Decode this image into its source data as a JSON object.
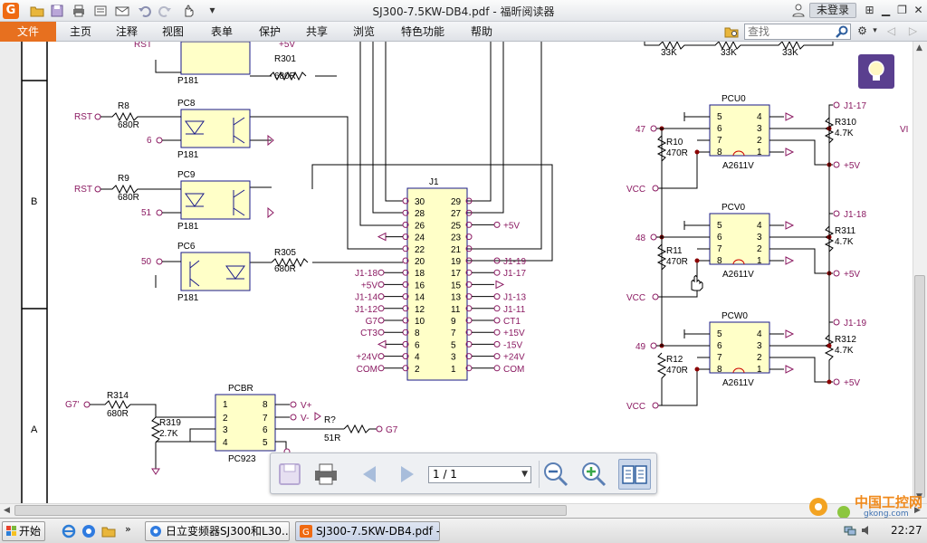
{
  "window": {
    "title": "SJ300-7.5KW-DB4.pdf - 福昕阅读器",
    "login_label": "未登录"
  },
  "ribbon": {
    "file_tab": "文件",
    "tabs": [
      "主页",
      "注释",
      "视图",
      "表单",
      "保护",
      "共享",
      "浏览",
      "特色功能",
      "帮助"
    ],
    "search_placeholder": "查找"
  },
  "colors": {
    "accent": "#e7701f",
    "wire": "#000000",
    "label": "#1f1f8f",
    "net_label": "#8b1a62",
    "ic_fill": "#ffffc8",
    "ic_stroke": "#1a1a8a",
    "pin_dot": "#8b0000"
  },
  "schematic": {
    "zone_labels": [
      "B",
      "A"
    ],
    "opto_top": {
      "pins": [
        "RST",
        "+5V"
      ],
      "resistor": "R301",
      "value": "680R",
      "part": "P181"
    },
    "pc8": {
      "name": "PC8",
      "part": "P181",
      "net": "RST",
      "resistor": "R8",
      "value": "680R",
      "pin": "6"
    },
    "pc9": {
      "name": "PC9",
      "part": "P181",
      "net": "RST",
      "resistor": "R9",
      "value": "680R",
      "pin": "51"
    },
    "pc6": {
      "name": "PC6",
      "part": "P181",
      "pin": "50",
      "resistor": "R305",
      "value": "680R"
    },
    "j1": {
      "name": "J1",
      "left_pins": [
        "30",
        "28",
        "26",
        "24",
        "22",
        "20",
        "18",
        "16",
        "14",
        "12",
        "10",
        "8",
        "6",
        "4",
        "2"
      ],
      "right_pins": [
        "29",
        "27",
        "25",
        "23",
        "21",
        "19",
        "17",
        "15",
        "13",
        "11",
        "9",
        "7",
        "5",
        "3",
        "1"
      ],
      "left_nets": [
        "",
        "",
        "",
        "",
        "",
        "",
        "J1-18",
        "+5V",
        "J1-14",
        "J1-12",
        "G7",
        "CT3",
        "",
        "+24V",
        "COM"
      ],
      "right_nets": [
        "",
        "",
        "+5V",
        "",
        "",
        "J1-19",
        "J1-17",
        "",
        "J1-13",
        "J1-11",
        "CT1",
        "+15V",
        "-15V",
        "+24V",
        "COM"
      ]
    },
    "pcbr": {
      "name": "PCBR",
      "part": "PC923",
      "input": "G7'",
      "r_in": "R314",
      "r_in_value": "680R",
      "r_pull": "R319",
      "r_pull_value": "2.7K",
      "pins_left": [
        "1",
        "2",
        "3",
        "4"
      ],
      "pins_right": [
        "8",
        "7",
        "6",
        "5"
      ],
      "out_nets": [
        "V+",
        "V-"
      ],
      "r_out": "R?",
      "r_out_value": "51R",
      "out_label": "G7"
    },
    "top_resistors": [
      "33K",
      "33K",
      "33K"
    ],
    "pcus": [
      {
        "name": "PCU0",
        "part": "A2611V",
        "pin": "47",
        "r_in": "R10",
        "r_in_value": "470R",
        "r_out": "R310",
        "r_out_value": "4.7K",
        "net": "J1-17"
      },
      {
        "name": "PCV0",
        "part": "A2611V",
        "pin": "48",
        "r_in": "R11",
        "r_in_value": "470R",
        "r_out": "R311",
        "r_out_value": "4.7K",
        "net": "J1-18"
      },
      {
        "name": "PCW0",
        "part": "A2611V",
        "pin": "49",
        "r_in": "R12",
        "r_in_value": "470R",
        "r_out": "R312",
        "r_out_value": "4.7K",
        "net": "J1-19"
      }
    ],
    "opto_pins_left": [
      "5",
      "6",
      "7",
      "8"
    ],
    "opto_pins_right": [
      "4",
      "3",
      "2",
      "1"
    ],
    "vcc_label": "VCC",
    "plus5v_label": "+5V",
    "edge_label": "VI"
  },
  "floatbar": {
    "page_value": "1 / 1"
  },
  "taskbar": {
    "start_label": "开始",
    "tasks": [
      {
        "label": "日立变频器SJ300和L30..."
      },
      {
        "label": "SJ300-7.5KW-DB4.pdf - ..."
      }
    ],
    "clock": "22:27"
  },
  "watermark": {
    "site": "gkong.com"
  }
}
